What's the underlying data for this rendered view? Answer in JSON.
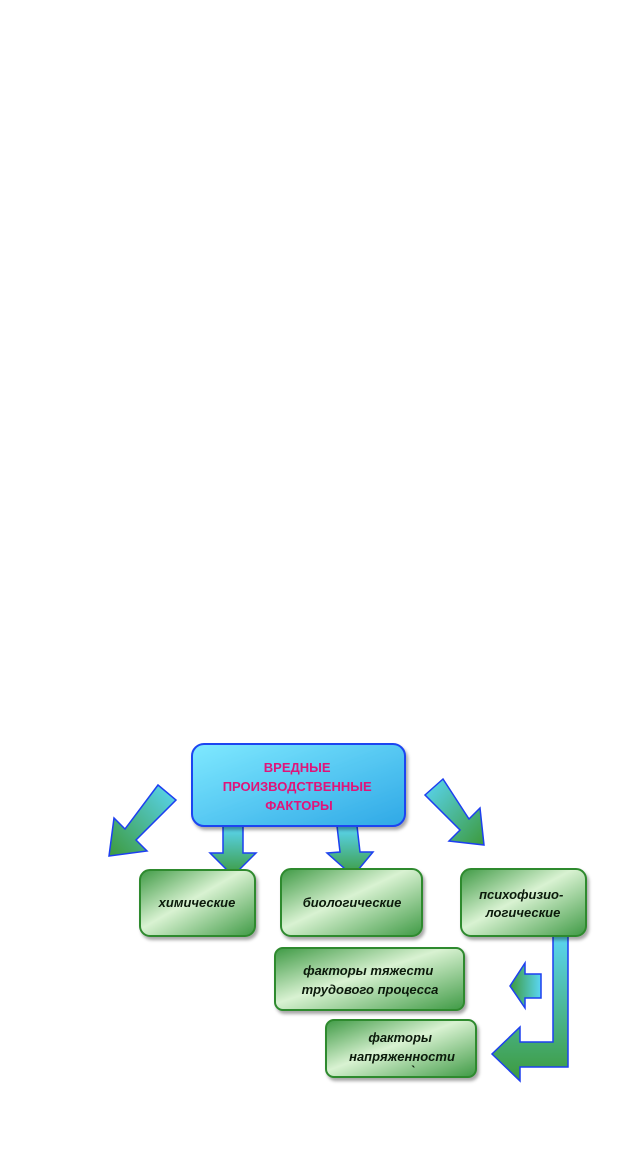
{
  "diagram": {
    "top_box": {
      "lines": [
        "ВРЕДНЫЕ",
        "ПРОИЗВОДСТВЕННЫЕ",
        "ФАКТОРЫ"
      ]
    },
    "boxes": {
      "chemical": {
        "lines": [
          "химические"
        ]
      },
      "biological": {
        "lines": [
          "биологические"
        ]
      },
      "psycho": {
        "lines": [
          "психофизио-",
          "логические"
        ]
      },
      "severity": {
        "lines": [
          "факторы тяжести",
          "трудового процесса"
        ]
      },
      "tension": {
        "lines": [
          "факторы",
          "напряженности"
        ]
      }
    },
    "stray_mark": "`"
  },
  "colors": {
    "top_fill_light": "#7fe9ff",
    "top_fill_dark": "#2fa8e6",
    "top_stroke": "#1d44f0",
    "top_text": "#e0147a",
    "box_fill_light": "#d9f2d2",
    "box_fill_dark": "#3f9a45",
    "box_stroke": "#2f8a2f",
    "arrow_light": "#5ad6f5",
    "arrow_dark": "#3d9a3c",
    "arrow_stroke": "#1d3ff0"
  }
}
